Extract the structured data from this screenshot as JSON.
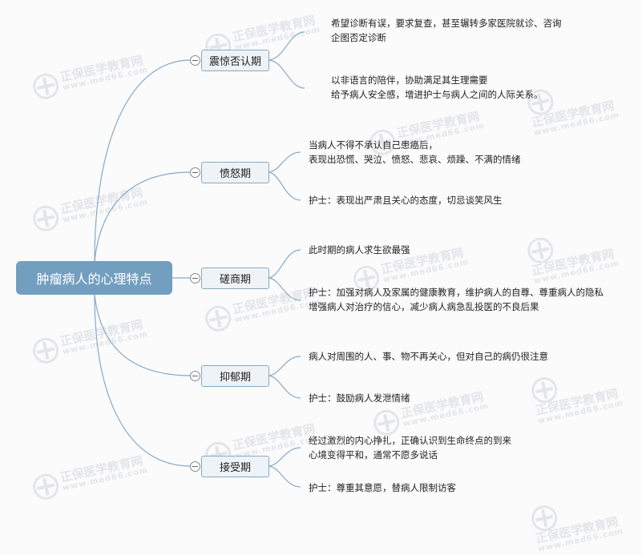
{
  "root": {
    "label": "肿瘤病人的心理特点"
  },
  "watermark": {
    "brand": "正保医学教育网",
    "url": "www.med66.com"
  },
  "stages": [
    {
      "label": "震惊否认期",
      "items": [
        [
          "希望诊断有误，要求复查，甚至辗转多家医院就诊、咨询",
          "企图否定诊断"
        ],
        [
          "以非语言的陪伴，协助满足其生理需要",
          "给予病人安全感，增进护士与病人之间的人际关系。"
        ]
      ]
    },
    {
      "label": "愤怒期",
      "items": [
        [
          "当病人不得不承认自己患癌后，",
          "表现出恐慌、哭泣、愤怒、悲哀、烦躁、不满的情绪"
        ],
        [
          "护士：表现出严肃且关心的态度，切忌谈笑风生"
        ]
      ]
    },
    {
      "label": "磋商期",
      "items": [
        [
          "此时期的病人求生欲最强"
        ],
        [
          "护士：加强对病人及家属的健康教育，维护病人的自尊、尊重病人的隐私",
          "增强病人对治疗的信心，减少病人病急乱投医的不良后果"
        ]
      ]
    },
    {
      "label": "抑郁期",
      "items": [
        [
          "病人对周围的人、事、物不再关心，但对自己的病仍很注意"
        ],
        [
          "护士：鼓励病人发泄情绪"
        ]
      ]
    },
    {
      "label": "接受期",
      "items": [
        [
          "经过激烈的内心挣扎，正确认识到生命终点的到来",
          "心境变得平和，通常不愿多说话"
        ],
        [
          "护士：尊重其意愿，替病人限制访客"
        ]
      ]
    }
  ],
  "colors": {
    "root_bg": "#729fbf",
    "node_bg": "#eef3f7",
    "node_border": "#84a9c5",
    "line": "#86a9c6"
  }
}
